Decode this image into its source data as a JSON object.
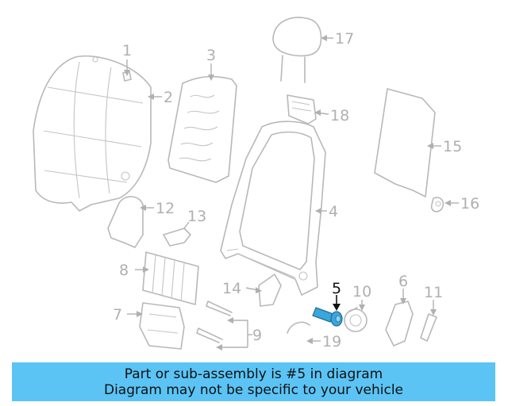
{
  "callouts": {
    "c1": "1",
    "c2": "2",
    "c3": "3",
    "c4": "4",
    "c5": "5",
    "c6": "6",
    "c7": "7",
    "c8": "8",
    "c9": "9",
    "c10": "10",
    "c11": "11",
    "c12": "12",
    "c13": "13",
    "c14": "14",
    "c15": "15",
    "c16": "16",
    "c17": "17",
    "c18": "18",
    "c19": "19"
  },
  "highlight": {
    "part": "5",
    "color": "#3aa6dc"
  },
  "banner": {
    "line1": "Part or sub-assembly is #5 in diagram",
    "line2": "Diagram may not be specific to your vehicle",
    "background": "#5bc4f5"
  }
}
